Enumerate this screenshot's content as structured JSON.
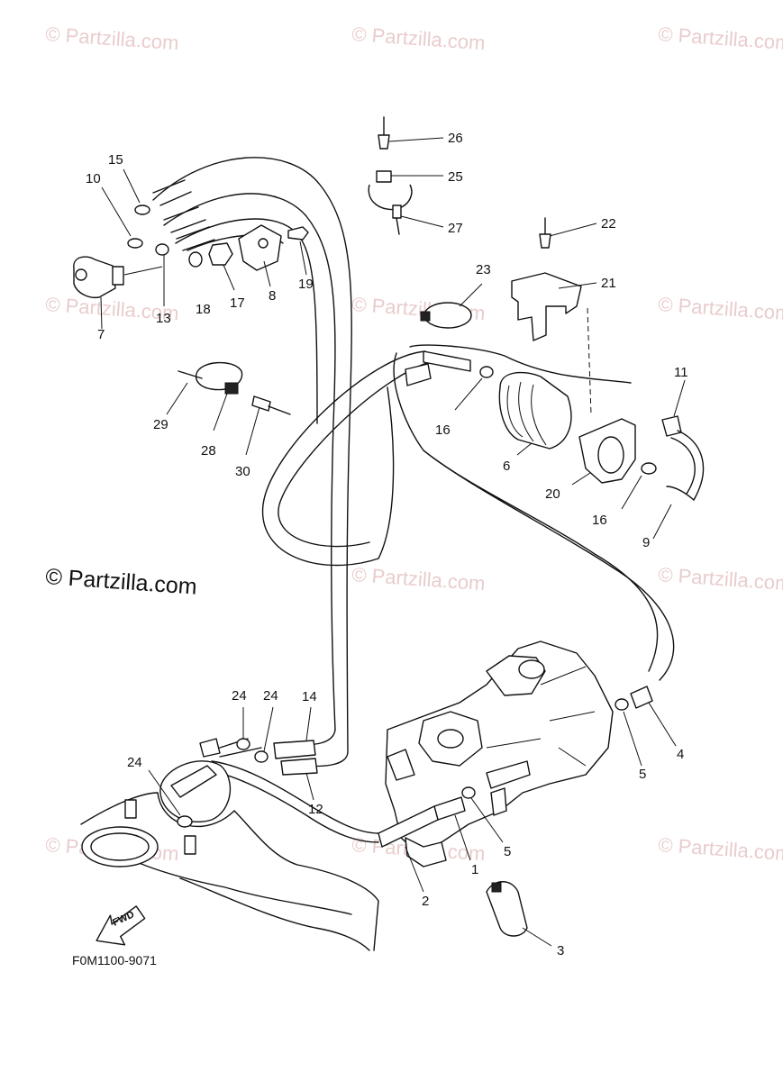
{
  "watermarks": {
    "small": "© Partzilla.com",
    "large": "© Partzilla.com"
  },
  "diagram_code": "F0M1100-9071",
  "fwd_label": "FWD",
  "callouts": [
    "26",
    "25",
    "27",
    "22",
    "21",
    "23",
    "15",
    "10",
    "7",
    "13",
    "18",
    "17",
    "8",
    "19",
    "11",
    "29",
    "28",
    "30",
    "16",
    "6",
    "20",
    "16",
    "9",
    "24",
    "24",
    "14",
    "24",
    "12",
    "4",
    "5",
    "5",
    "1",
    "2",
    "3"
  ]
}
